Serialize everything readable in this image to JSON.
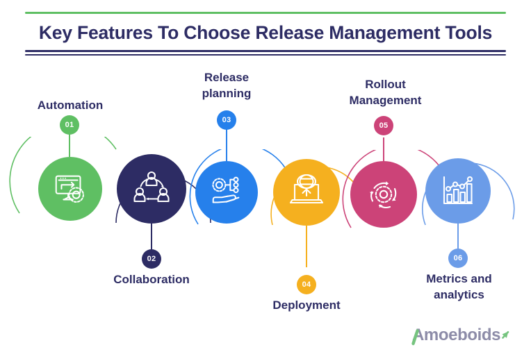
{
  "header": {
    "title": "Key Features To Choose Release Management Tools",
    "title_color": "#2d2c64",
    "top_rule_color": "#5fbf63",
    "bottom_rule_color": "#2d2c64"
  },
  "nodes": [
    {
      "number": "01",
      "label": "Automation",
      "color": "#5fbf63",
      "icon": "monitor-gear-icon",
      "badge_position": "above"
    },
    {
      "number": "02",
      "label": "Collaboration",
      "color": "#2d2c64",
      "icon": "people-network-icon",
      "badge_position": "below"
    },
    {
      "number": "03",
      "label": "Release\nplanning",
      "color": "#2680eb",
      "icon": "hand-gear-nodes-icon",
      "badge_position": "above"
    },
    {
      "number": "04",
      "label": "Deployment",
      "color": "#f5b01f",
      "icon": "laptop-globe-upload-icon",
      "badge_position": "below"
    },
    {
      "number": "05",
      "label": "Rollout\nManagement",
      "color": "#cc4378",
      "icon": "gear-refresh-arrows-icon",
      "badge_position": "above"
    },
    {
      "number": "06",
      "label": "Metrics and\nanalytics",
      "color": "#6b9ce8",
      "icon": "bar-chart-line-icon",
      "badge_position": "below"
    }
  ],
  "logo": {
    "text": "Amoeboids",
    "text_color": "#8d8ca8",
    "accent_color": "#76c47f"
  }
}
